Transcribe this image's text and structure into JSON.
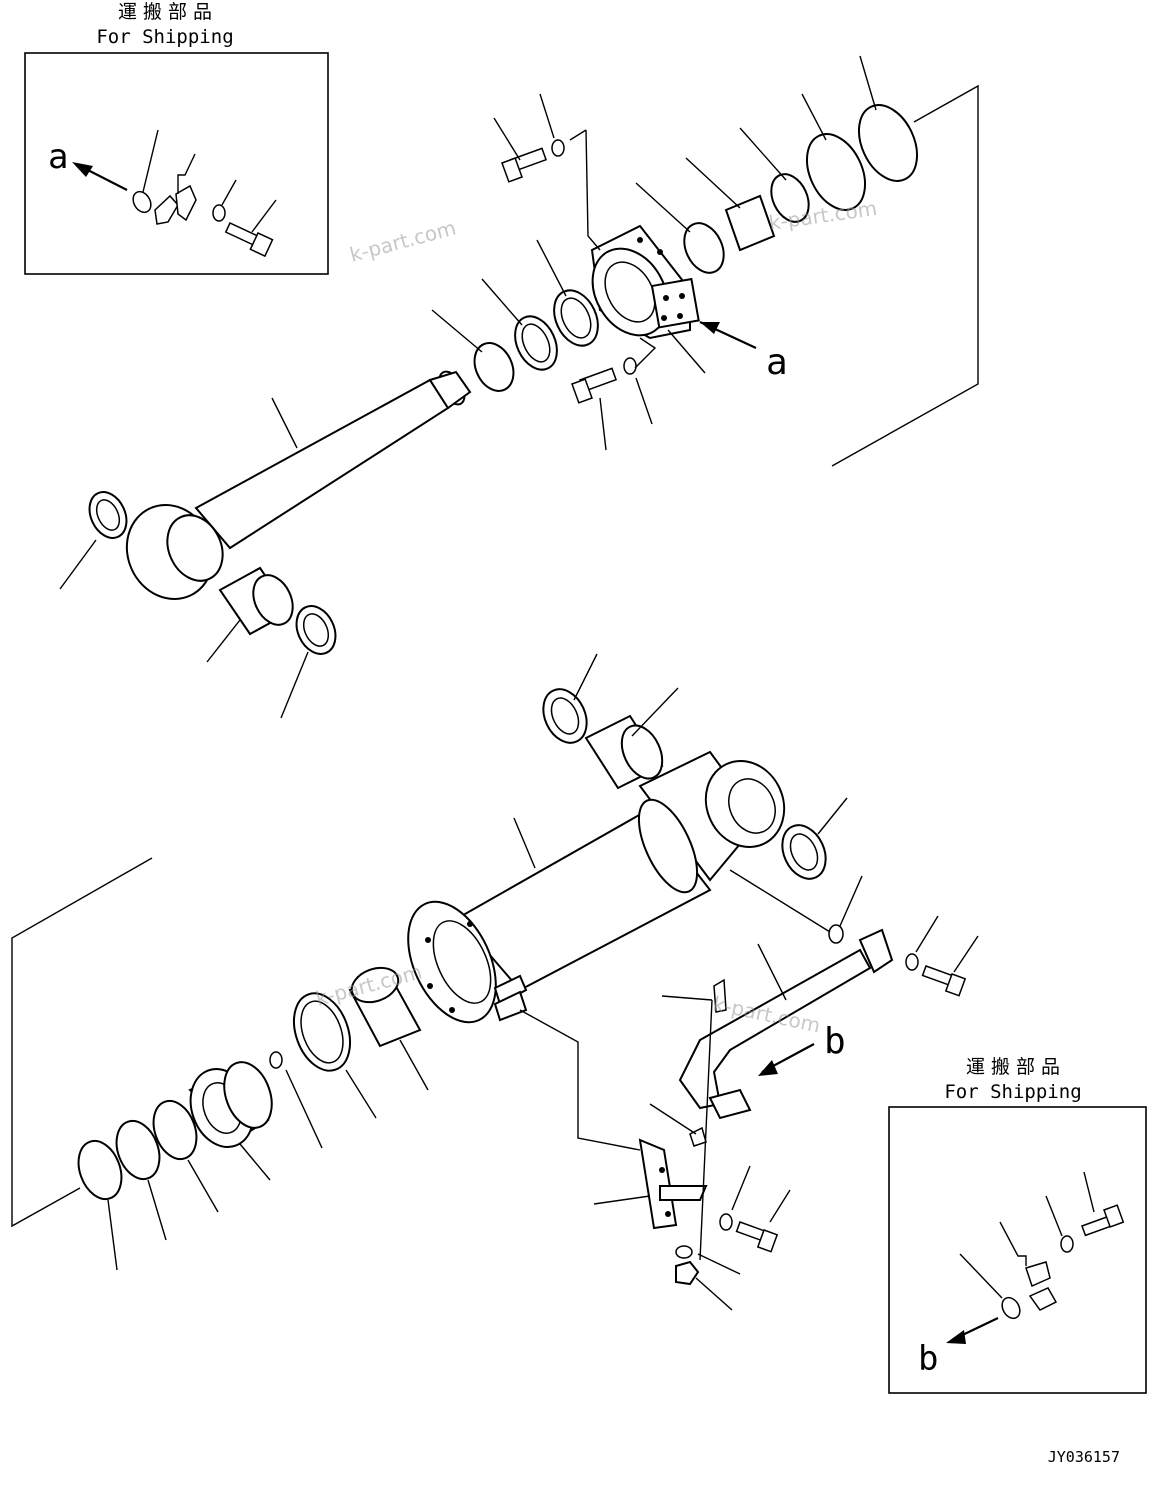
{
  "shipping_box_top": {
    "title_jp": "運 搬 部 品",
    "title_en": "For Shipping",
    "arrow_label": "a"
  },
  "shipping_box_bottom": {
    "title_jp": "運 搬 部 品",
    "title_en": "For Shipping",
    "arrow_label": "b"
  },
  "view_labels": {
    "a": "a",
    "b": "b"
  },
  "watermarks": [
    "k-part.com",
    "k-part.com",
    "k-part.com",
    "k-part.com"
  ],
  "drawing_code": "JY036157"
}
